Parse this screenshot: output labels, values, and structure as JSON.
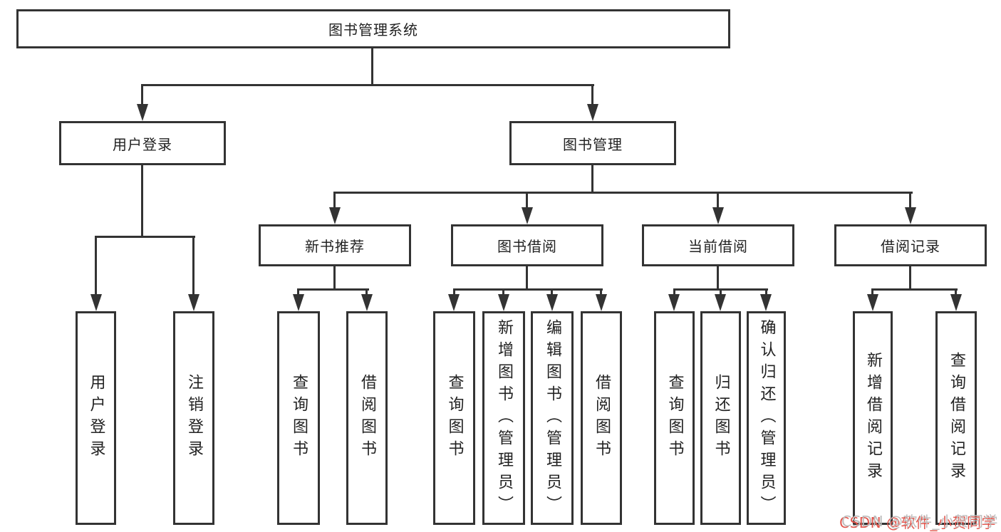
{
  "diagram": {
    "root": "图书管理系统",
    "level2": {
      "user_login": "用户登录",
      "book_mgmt": "图书管理"
    },
    "level3": {
      "new_book_rec": "新书推荐",
      "book_borrow": "图书借阅",
      "current_borrow": "当前借阅",
      "borrow_records": "借阅记录"
    },
    "leaves": {
      "user_login": {
        "login": "用户登录",
        "logout": "注销登录"
      },
      "new_book_rec": {
        "query": "查询图书",
        "borrow": "借阅图书"
      },
      "book_borrow": {
        "query": "查询图书",
        "add": "新增图书（管理员）",
        "edit": "编辑图书（管理员）",
        "borrow": "借阅图书"
      },
      "current_borrow": {
        "query": "查询图书",
        "return": "归还图书",
        "confirm": "确认归还（管理员）"
      },
      "borrow_records": {
        "add": "新增借阅记录",
        "query": "查询借阅记录"
      }
    }
  },
  "watermark": "CSDN @软件_小贺同学",
  "colors": {
    "line": "#333333",
    "box_background": "#ffffff",
    "text": "#222222",
    "watermark_text": "#bdbdbd",
    "watermark_shadow": "#e2564d"
  }
}
